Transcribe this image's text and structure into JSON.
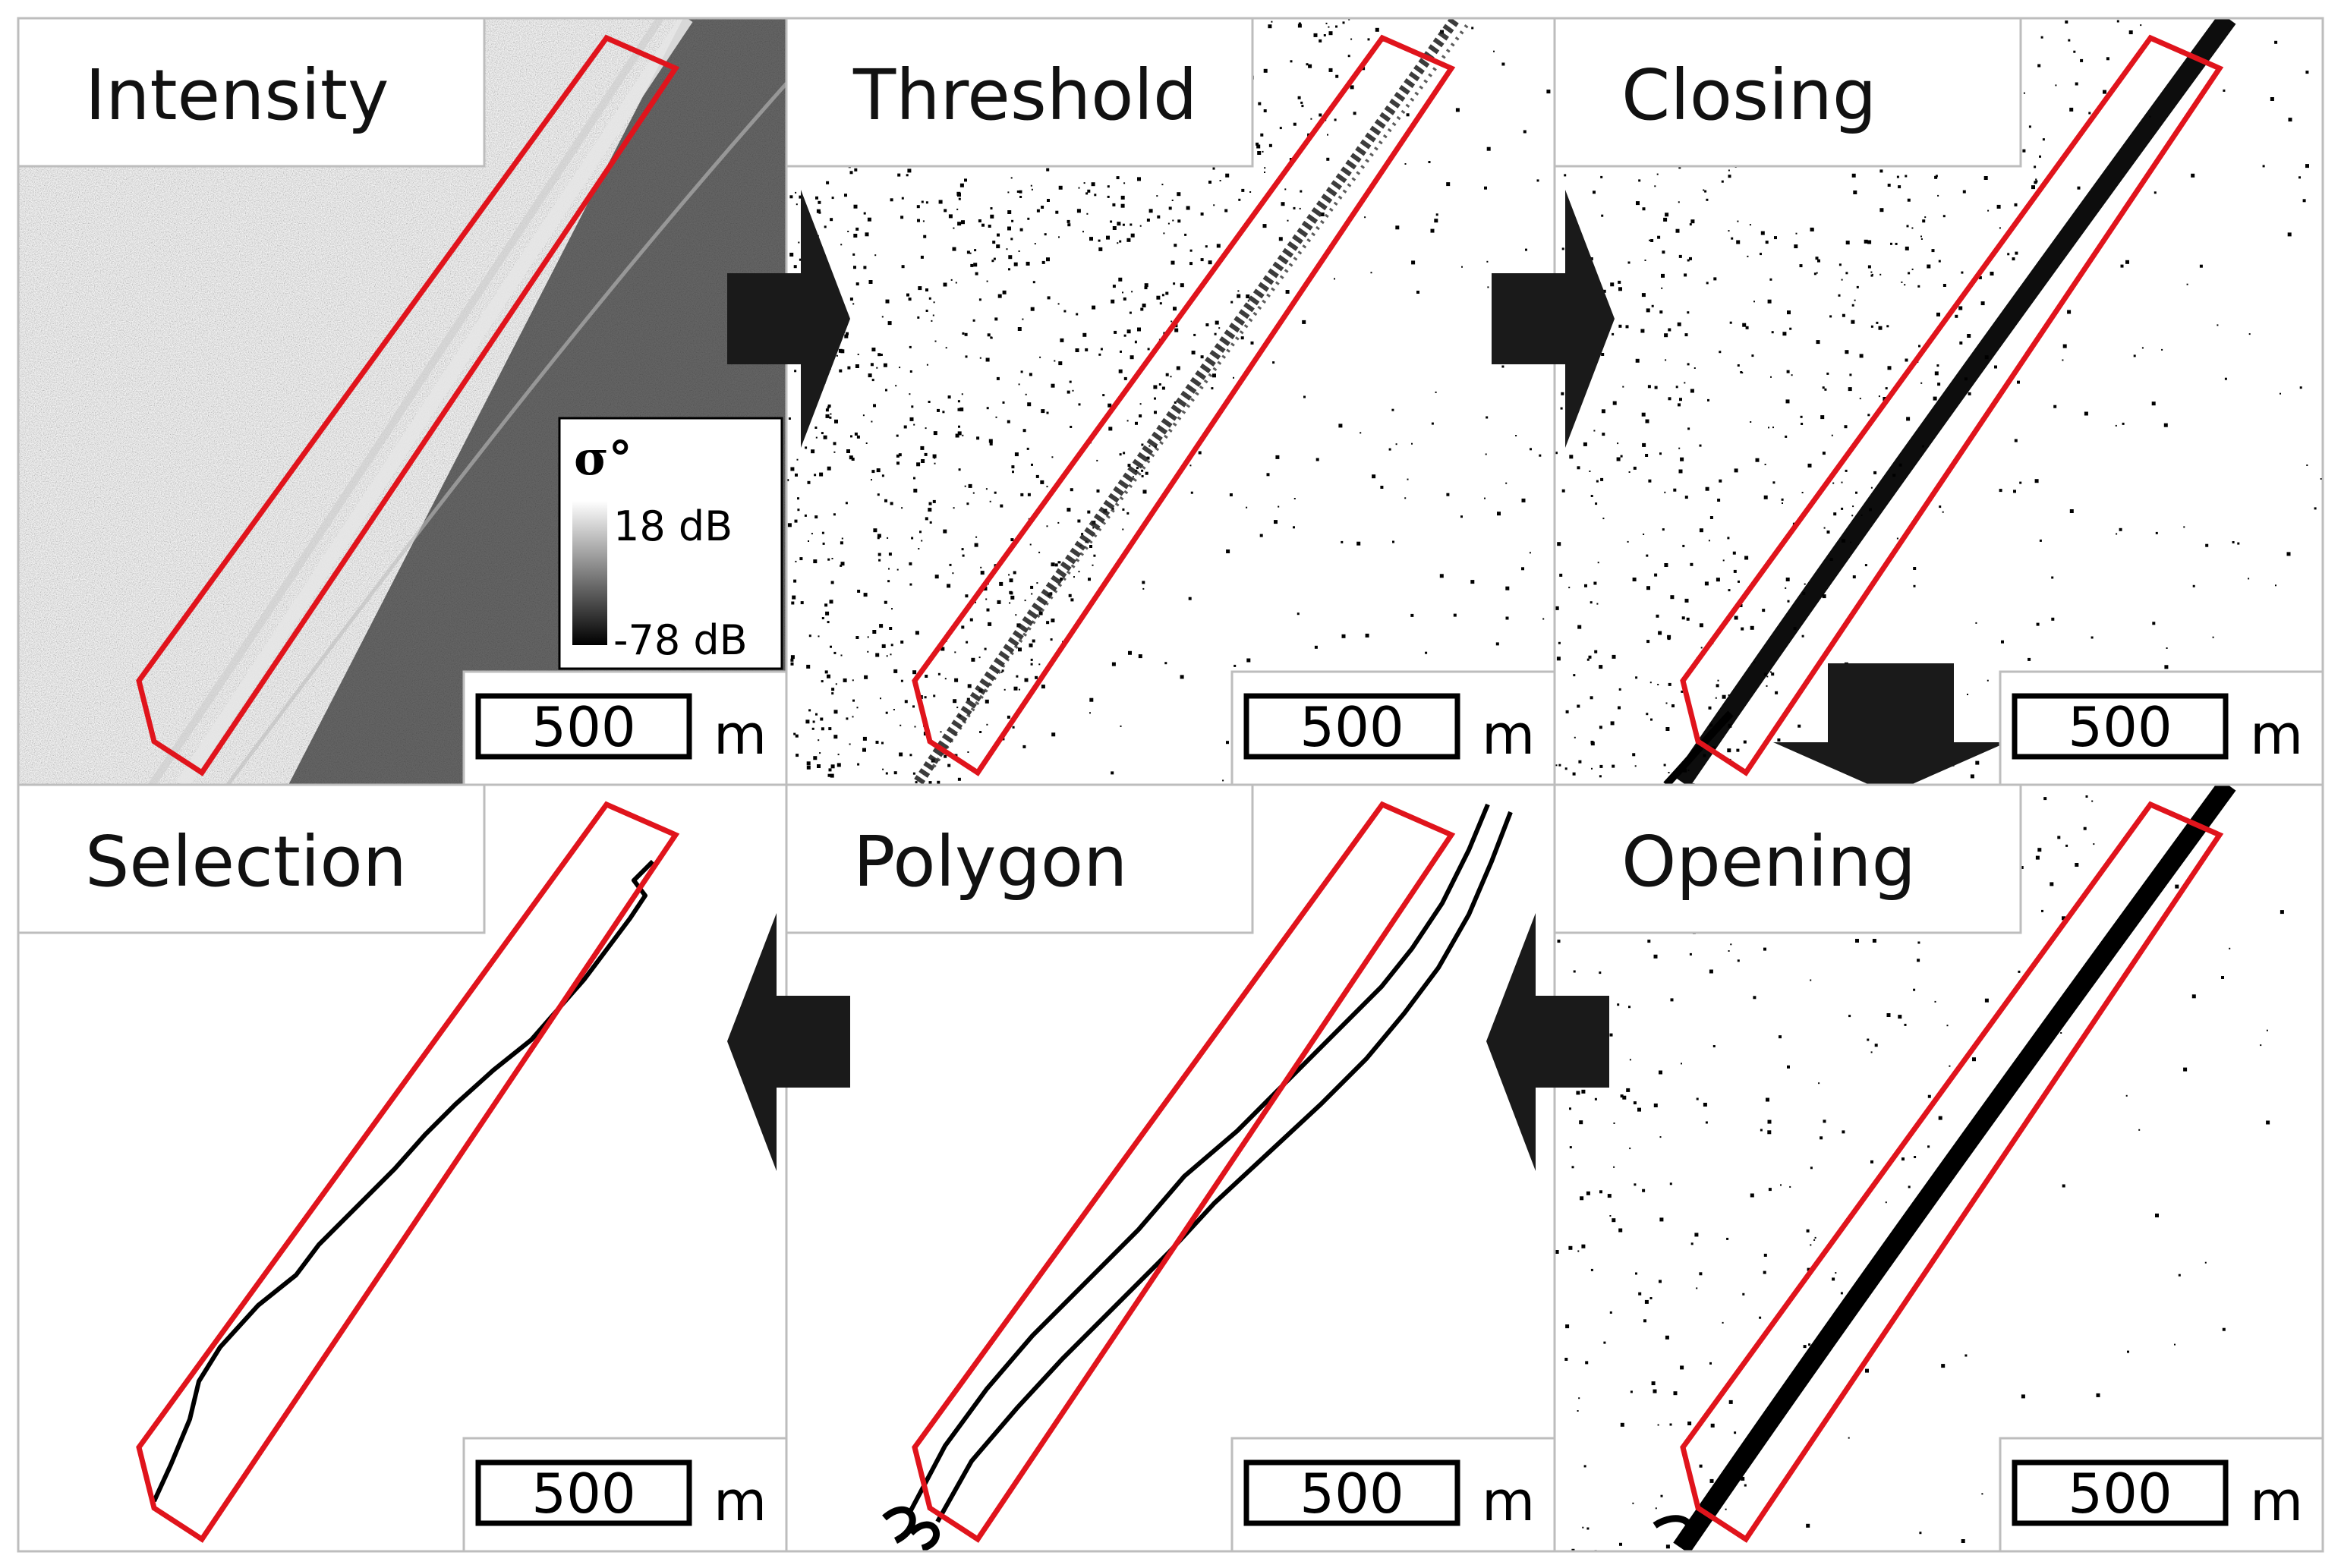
{
  "panels": [
    {
      "id": "intensity",
      "label": "Intensity"
    },
    {
      "id": "threshold",
      "label": "Threshold"
    },
    {
      "id": "closing",
      "label": "Closing"
    },
    {
      "id": "selection",
      "label": "Selection"
    },
    {
      "id": "polygon",
      "label": "Polygon"
    },
    {
      "id": "opening",
      "label": "Opening"
    }
  ],
  "scale_bar": {
    "value": "500",
    "unit": "m"
  },
  "legend": {
    "symbol": "σ°",
    "max": "18 dB",
    "min": "-78 dB"
  },
  "colors": {
    "roi": "#e0141c",
    "arrow": "#1a1a1a",
    "ink": "#000000"
  },
  "arrows": [
    "right",
    "right",
    "down",
    "left",
    "left"
  ]
}
